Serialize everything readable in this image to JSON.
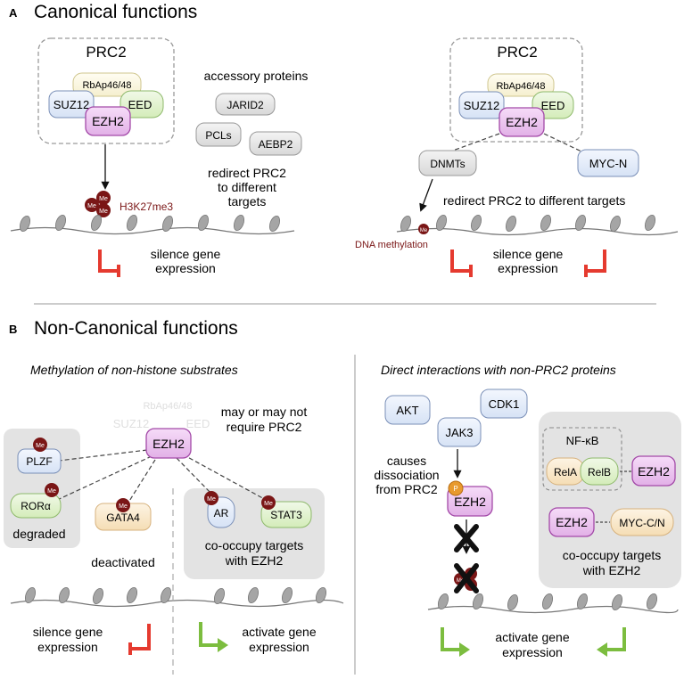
{
  "panel_a": {
    "letter": "A",
    "title": "Canonical functions",
    "left": {
      "complex_label": "PRC2",
      "rbap": "RbAp46/48",
      "suz12": "SUZ12",
      "eed": "EED",
      "ezh2": "EZH2",
      "mark": "H3K27me3",
      "me": "Me",
      "accessory_title": "accessory proteins",
      "jarid2": "JARID2",
      "pcls": "PCLs",
      "aebp2": "AEBP2",
      "redirect_1": "redirect PRC2",
      "redirect_2": "to different",
      "redirect_3": "targets",
      "silence_1": "silence gene",
      "silence_2": "expression"
    },
    "right": {
      "complex_label": "PRC2",
      "rbap": "RbAp46/48",
      "suz12": "SUZ12",
      "eed": "EED",
      "ezh2": "EZH2",
      "dnmts": "DNMTs",
      "mycn": "MYC-N",
      "redirect": "redirect PRC2 to different targets",
      "dna_methylation": "DNA methylation",
      "me": "Me",
      "silence_1": "silence gene",
      "silence_2": "expression"
    }
  },
  "panel_b": {
    "letter": "B",
    "title": "Non-Canonical functions",
    "left": {
      "subtitle": "Methylation of non-histone substrates",
      "ezh2": "EZH2",
      "rbap_faded": "RbAp46/48",
      "suz12_faded": "SUZ12",
      "eed_faded": "EED",
      "may_1": "may or may not",
      "may_2": "require PRC2",
      "plzf": "PLZF",
      "rora": "RORα",
      "degraded": "degraded",
      "gata4": "GATA4",
      "deactivated": "deactivated",
      "ar": "AR",
      "stat3": "STAT3",
      "cooccupy_1": "co-occupy targets",
      "cooccupy_2": "with EZH2",
      "me": "Me",
      "silence_1": "silence gene",
      "silence_2": "expression",
      "activate_1": "activate gene",
      "activate_2": "expression"
    },
    "right": {
      "subtitle": "Direct interactions with non-PRC2 proteins",
      "akt": "AKT",
      "cdk1": "CDK1",
      "jak3": "JAK3",
      "causes_1": "causes",
      "causes_2": "dissociation",
      "causes_3": "from PRC2",
      "p": "P",
      "ezh2": "EZH2",
      "me": "Me",
      "nfkb": "NF-κB",
      "rela": "RelA",
      "relb": "RelB",
      "ezh2_b": "EZH2",
      "ezh2_c": "EZH2",
      "mycc": "MYC-C/N",
      "cooccupy_1": "co-occupy targets",
      "cooccupy_2": "with EZH2",
      "activate_1": "activate gene",
      "activate_2": "expression"
    }
  },
  "colors": {
    "ezh2_fill": "#ecc6ef",
    "ezh2_stroke": "#a34aa8",
    "suz12_fill": "#eaf0fb",
    "eed_fill": "#e6f2d6",
    "rbap_fill": "#fbf7e4",
    "gray_box": "#e3e3e3",
    "me_red": "#7a1616",
    "silence_red": "#e53a2f",
    "activate_green": "#7cbd3f",
    "dna_line": "#777777",
    "nucleosome": "#9a9a9a"
  }
}
